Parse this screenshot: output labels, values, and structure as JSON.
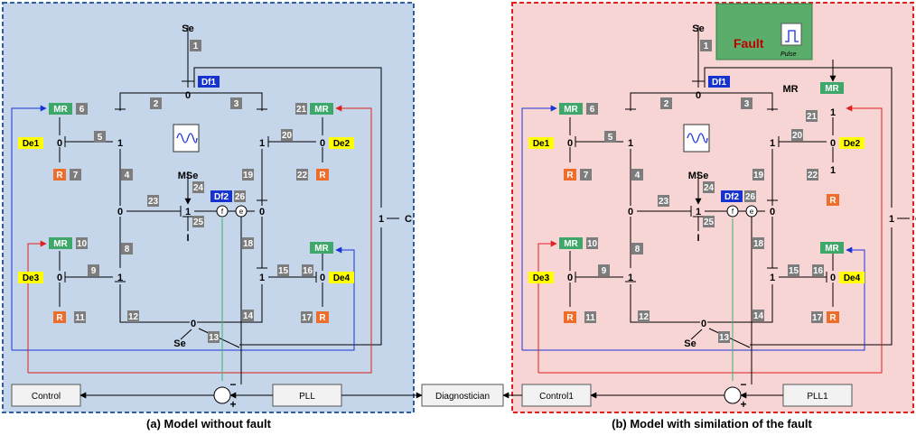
{
  "colors": {
    "panel_a_bg": "#c5d6ea",
    "panel_a_border": "#2f5f9e",
    "panel_b_bg": "#f8d5d5",
    "panel_b_border": "#e0201e",
    "mr_green": "#3ea86a",
    "r_orange": "#ef6d2b",
    "label_yellow": "#ffff00",
    "num_gray": "#7d7d7d",
    "df_blue": "#1733cf",
    "fault_green": "#5aad6a",
    "fault_text": "#c00000",
    "wire_blue": "#1a33d6",
    "wire_red": "#e02020",
    "wire_green": "#40b070"
  },
  "labels": {
    "se": "Se",
    "mse": "MSe",
    "mr": "MR",
    "r": "R",
    "zero": "0",
    "one": "1",
    "i": "I",
    "c": "C",
    "f": "f",
    "e": "e",
    "df1": "Df1",
    "df2": "Df2",
    "de1": "De1",
    "de2": "De2",
    "de3": "De3",
    "de4": "De4",
    "plus": "+",
    "minus": "−"
  },
  "bond_numbers": [
    "1",
    "2",
    "3",
    "4",
    "5",
    "6",
    "7",
    "8",
    "9",
    "10",
    "11",
    "12",
    "13",
    "14",
    "15",
    "16",
    "17",
    "18",
    "19",
    "20",
    "21",
    "22",
    "23",
    "24",
    "25",
    "26"
  ],
  "blocks": {
    "control": "Control",
    "control1": "Control1",
    "pll": "PLL",
    "pll1": "PLL1",
    "diagnostician": "Diagnostician"
  },
  "fault": {
    "label": "Fault",
    "pulse": "Pulse"
  },
  "captions": {
    "a": "(a) Model without fault",
    "b": "(b) Model with similation of the fault"
  }
}
